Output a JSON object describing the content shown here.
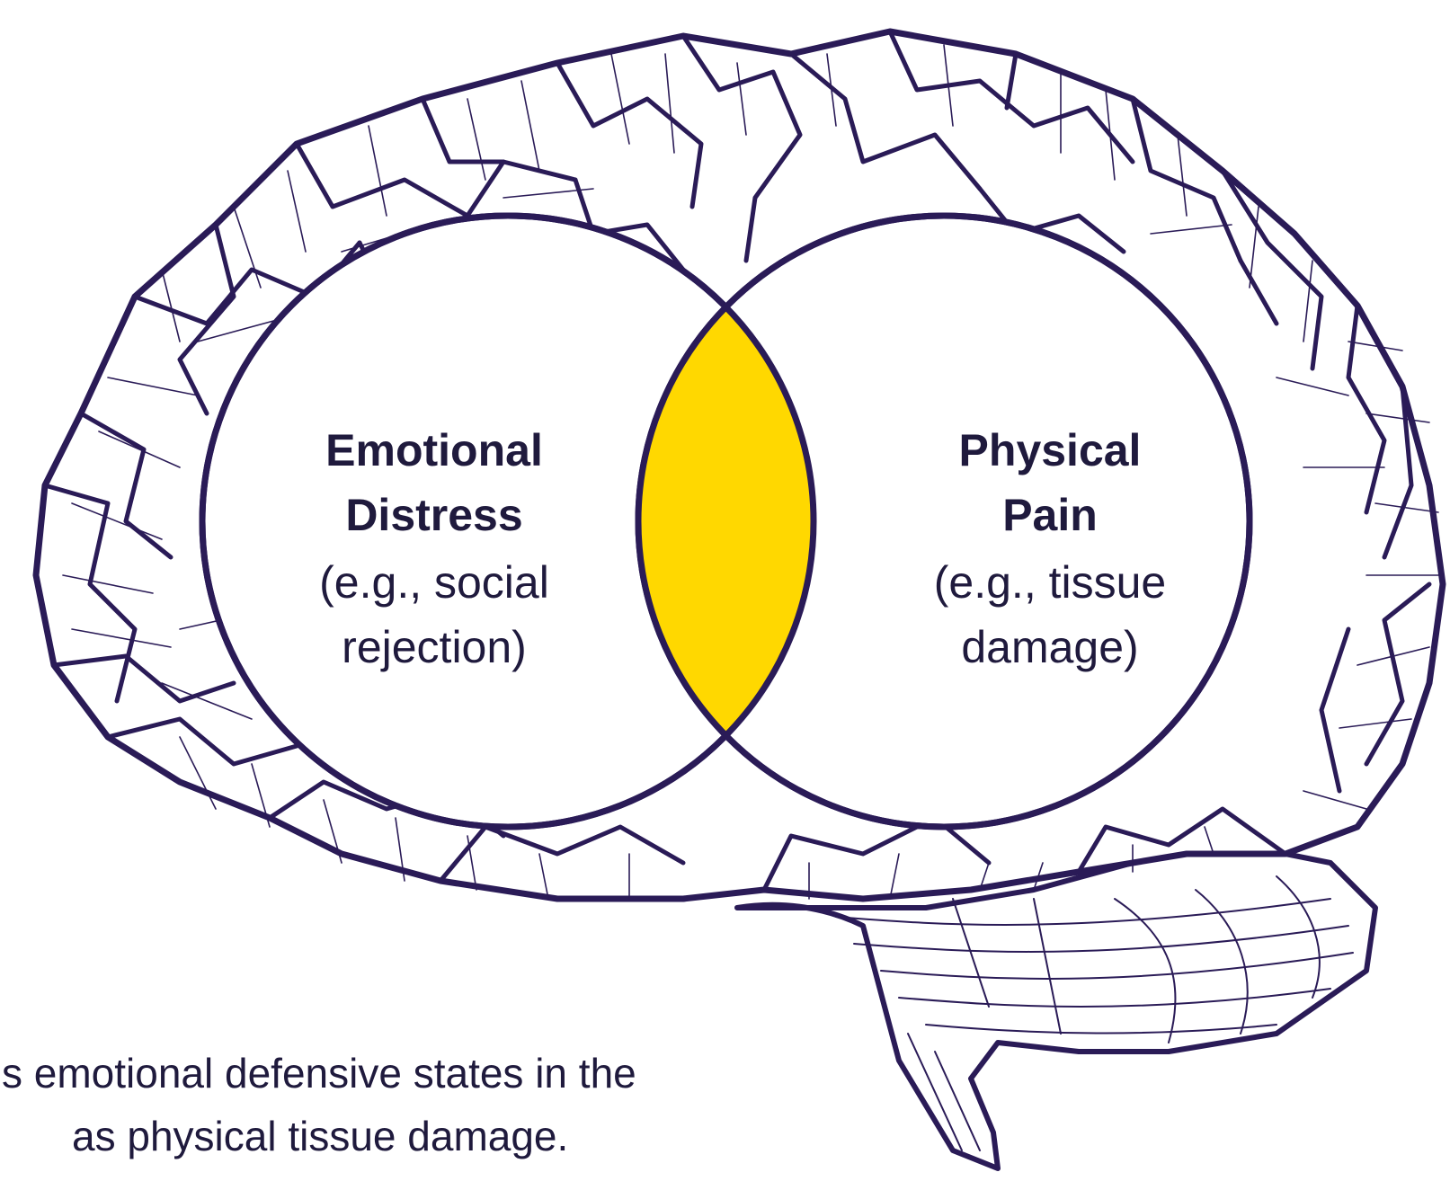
{
  "colors": {
    "outline": "#2a1b57",
    "overlap_fill": "#ffd800",
    "circle_fill": "#ffffff",
    "text": "#1f1a3d"
  },
  "diagram": {
    "left_circle": {
      "title_line1": "Emotional",
      "title_line2": "Distress",
      "sub_line1": "(e.g., social",
      "sub_line2": "rejection)"
    },
    "right_circle": {
      "title_line1": "Physical",
      "title_line2": "Pain",
      "sub_line1": "(e.g., tissue",
      "sub_line2": "damage)"
    },
    "caption_line1": "s emotional defensive states in the",
    "caption_line2": "as physical tissue damage."
  },
  "icons": [
    "brain-illustration"
  ]
}
